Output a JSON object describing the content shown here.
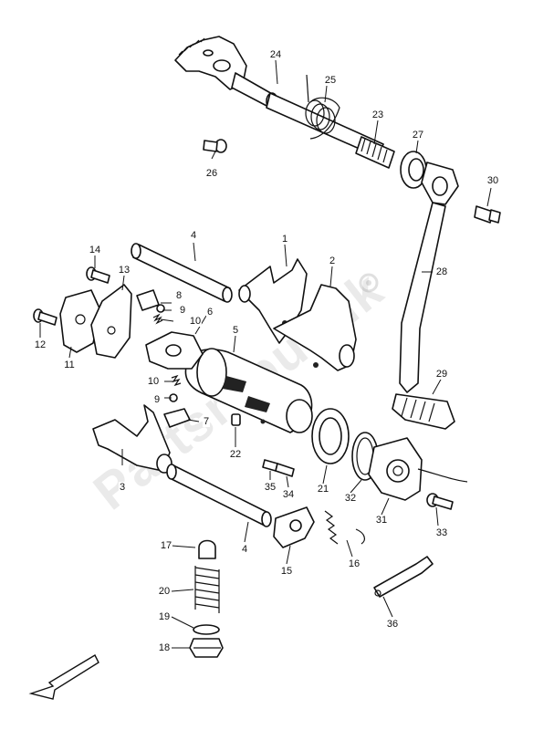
{
  "watermark": "Partsrepublik",
  "callouts": {
    "c1": "1",
    "c2": "2",
    "c3": "3",
    "c4a": "4",
    "c4b": "4",
    "c5": "5",
    "c6": "6",
    "c7": "7",
    "c8": "8",
    "c9a": "9",
    "c9b": "9",
    "c10a": "10",
    "c10b": "10",
    "c11": "11",
    "c12": "12",
    "c13": "13",
    "c14": "14",
    "c15": "15",
    "c16": "16",
    "c17": "17",
    "c18": "18",
    "c19": "19",
    "c20": "20",
    "c21": "21",
    "c22": "22",
    "c23": "23",
    "c24": "24",
    "c25": "25",
    "c26": "26",
    "c27": "27",
    "c28": "28",
    "c29": "29",
    "c30": "30",
    "c31": "31",
    "c32": "32",
    "c33": "33",
    "c34": "34",
    "c35": "35",
    "c36": "36"
  },
  "icons": {
    "front_arrow": "arrow-down-left-icon",
    "watermark_logo": "gear-icon"
  }
}
